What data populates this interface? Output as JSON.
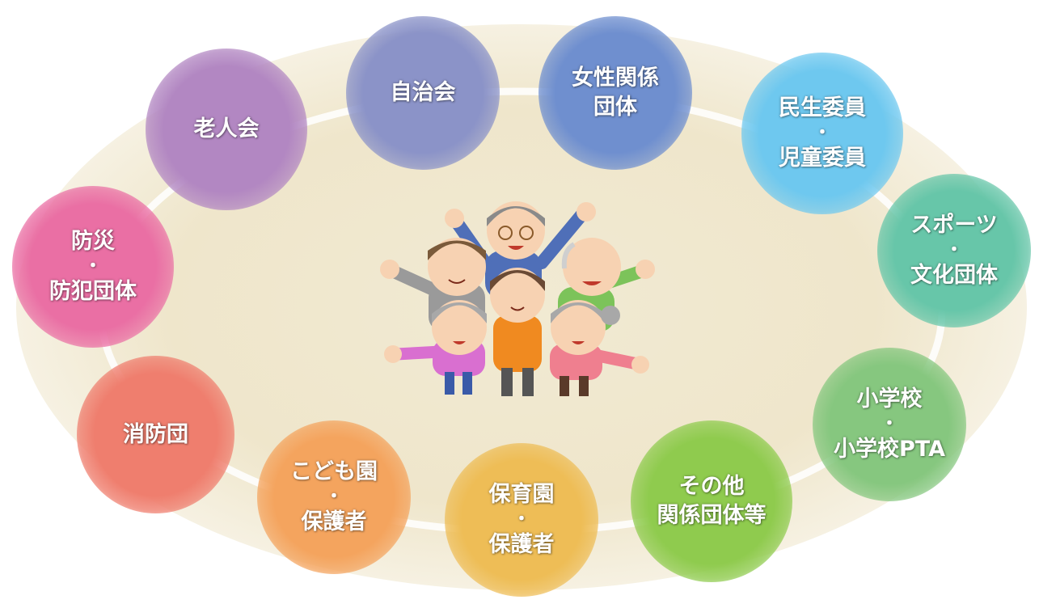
{
  "diagram": {
    "nodes": [
      {
        "id": "jichikai",
        "lines": [
          "自治会"
        ],
        "color": "#8b93c8"
      },
      {
        "id": "josei",
        "lines": [
          "女性関係",
          "団体"
        ],
        "color": "#6f8fcf"
      },
      {
        "id": "minsei",
        "lines": [
          "民生委員",
          "・",
          "児童委員"
        ],
        "color": "#6ec8ef"
      },
      {
        "id": "sports",
        "lines": [
          "スポーツ",
          "・",
          "文化団体"
        ],
        "color": "#67c6a9"
      },
      {
        "id": "shogakko",
        "lines": [
          "小学校",
          "・",
          "小学校PTA"
        ],
        "color": "#86c77f"
      },
      {
        "id": "sonota",
        "lines": [
          "その他",
          "関係団体等"
        ],
        "color": "#8fcb4e"
      },
      {
        "id": "hoikuen",
        "lines": [
          "保育園",
          "・",
          "保護者"
        ],
        "color": "#eebd56"
      },
      {
        "id": "kodomoen",
        "lines": [
          "こども園",
          "・",
          "保護者"
        ],
        "color": "#f4a45e"
      },
      {
        "id": "shobodan",
        "lines": [
          "消防団"
        ],
        "color": "#ef7e6e"
      },
      {
        "id": "bosai",
        "lines": [
          "防災",
          "・",
          "防犯団体"
        ],
        "color": "#ea6fa4"
      },
      {
        "id": "rojinkai",
        "lines": [
          "老人会"
        ],
        "color": "#b287c2"
      }
    ],
    "center_illustration": "group-of-people-waving"
  }
}
